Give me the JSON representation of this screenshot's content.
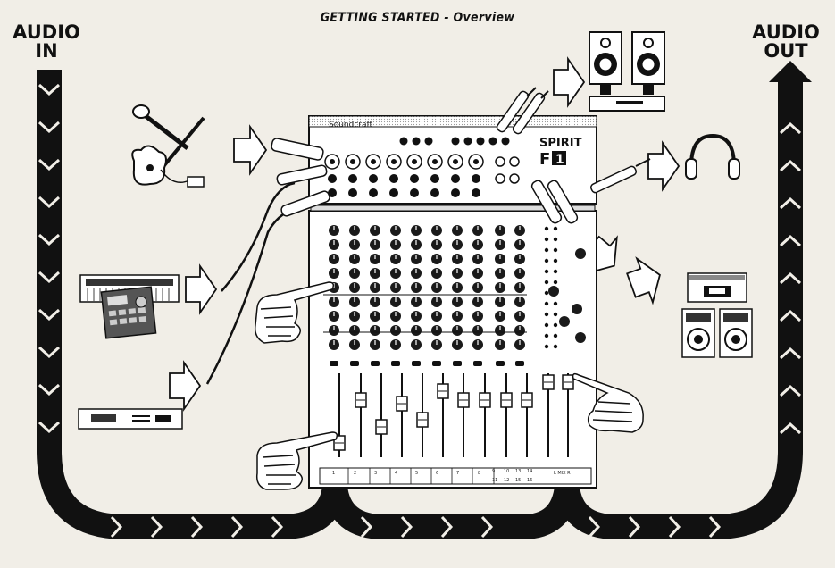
{
  "header": {
    "title": "GETTING STARTED  -  Overview"
  },
  "labels": {
    "audio_in_1": "AUDIO",
    "audio_in_2": "IN",
    "audio_out_1": "AUDIO",
    "audio_out_2": "OUT"
  },
  "mixer": {
    "brand": "Soundcraft",
    "model_1": "SPIRIT",
    "model_2": "F",
    "model_3": "1",
    "channel_numbers": [
      "1",
      "2",
      "3",
      "4",
      "5",
      "6",
      "7",
      "8"
    ],
    "stereo_numbers_top": [
      "9",
      "10",
      "13",
      "14"
    ],
    "stereo_numbers_bottom": [
      "11",
      "12",
      "15",
      "16"
    ],
    "mix_label": "L   MIX   R"
  },
  "colors": {
    "background": "#f1eee7",
    "ink": "#111111",
    "panel": "#ffffff",
    "knob": "#1a1a1a"
  }
}
